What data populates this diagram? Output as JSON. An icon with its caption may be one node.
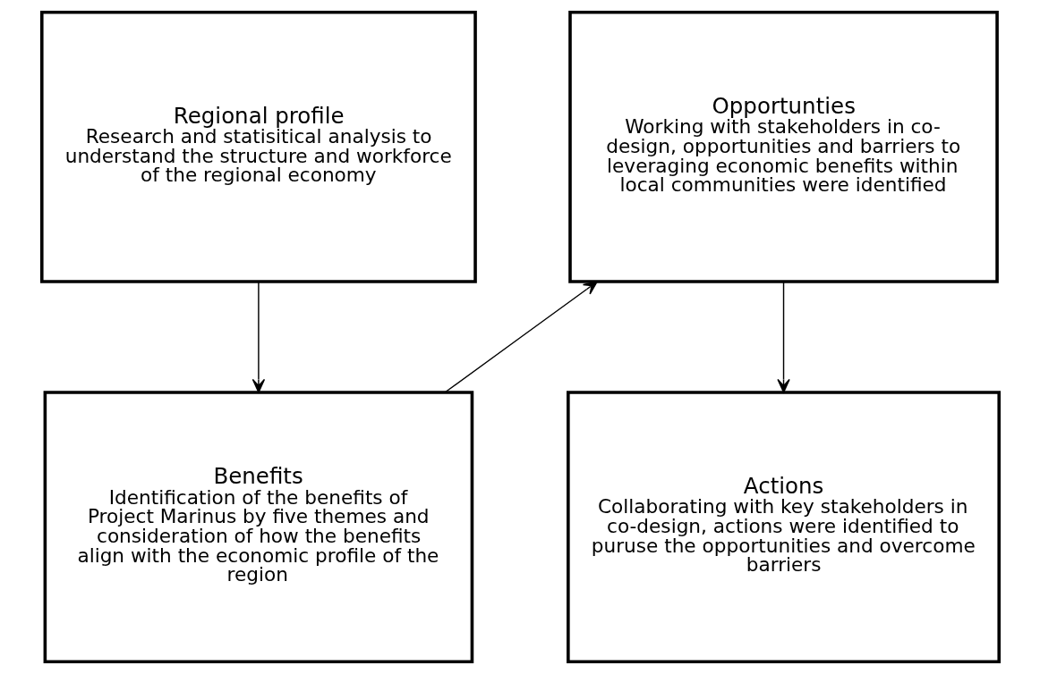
{
  "diagram": {
    "nodes": [
      {
        "text": [
          "Regional profile",
          "Research and statisitical analysis to understand the structure and workforce of the regional economy"
        ]
      },
      {
        "text": [
          "Benefits",
          "Identification of the benefits of Project Marinus by five themes and consideration of how the benefits align with the economic profile of the region"
        ]
      },
      {
        "text": [
          "Opportunties",
          "Working with stakeholders in co-design, opportunities and barriers to leveraging economic benefits within local communities were identified"
        ]
      },
      {
        "text": [
          "Actions",
          "Collaborating with key stakeholders in co-design, actions were identified to puruse the opportunities and overcome barriers"
        ]
      }
    ],
    "edges": [
      {
        "from": 0,
        "to": 1,
        "arrow": "to"
      },
      {
        "from": 1,
        "to": 2,
        "arrow": "to"
      },
      {
        "from": 2,
        "to": 3,
        "arrow": "to"
      }
    ]
  }
}
